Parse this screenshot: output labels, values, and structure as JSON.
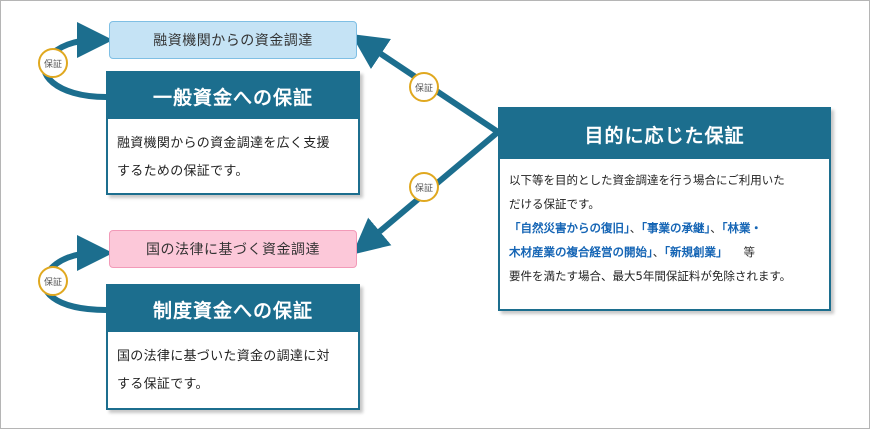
{
  "pill_top": "融資機関からの資金調達",
  "pill_bottom": "国の法律に基づく資金調達",
  "badge_label": "保証",
  "card_general": {
    "title": "一般資金への保証",
    "lines": [
      "融資機関からの資金調達を広く支援",
      "するための保証です。"
    ]
  },
  "card_system": {
    "title": "制度資金への保証",
    "lines": [
      "国の法律に基づいた資金の調達に対",
      "する保証です。"
    ]
  },
  "card_purpose": {
    "title": "目的に応じた保証",
    "line1": "以下等を目的とした資金調達を行う場合にご利用いた",
    "line2": "だける保証です。",
    "hl1": "「自然災害からの復旧」",
    "sep1": "、",
    "hl2": "「事業の承継」",
    "sep2": "、",
    "hl3": "「林業・",
    "hl4": "木材産業の複合経営の開始」",
    "sep3": "、",
    "hl5": "「新規創業」",
    "etc": "等",
    "line_last": "要件を満たす場合、最大5年間保証料が免除されます。"
  },
  "colors": {
    "teal": "#1c6e8e",
    "pill_blue": "#c5e3f5",
    "pill_pink": "#fcc8d9",
    "badge_ring": "#e0a81f",
    "highlight": "#1565b5"
  }
}
